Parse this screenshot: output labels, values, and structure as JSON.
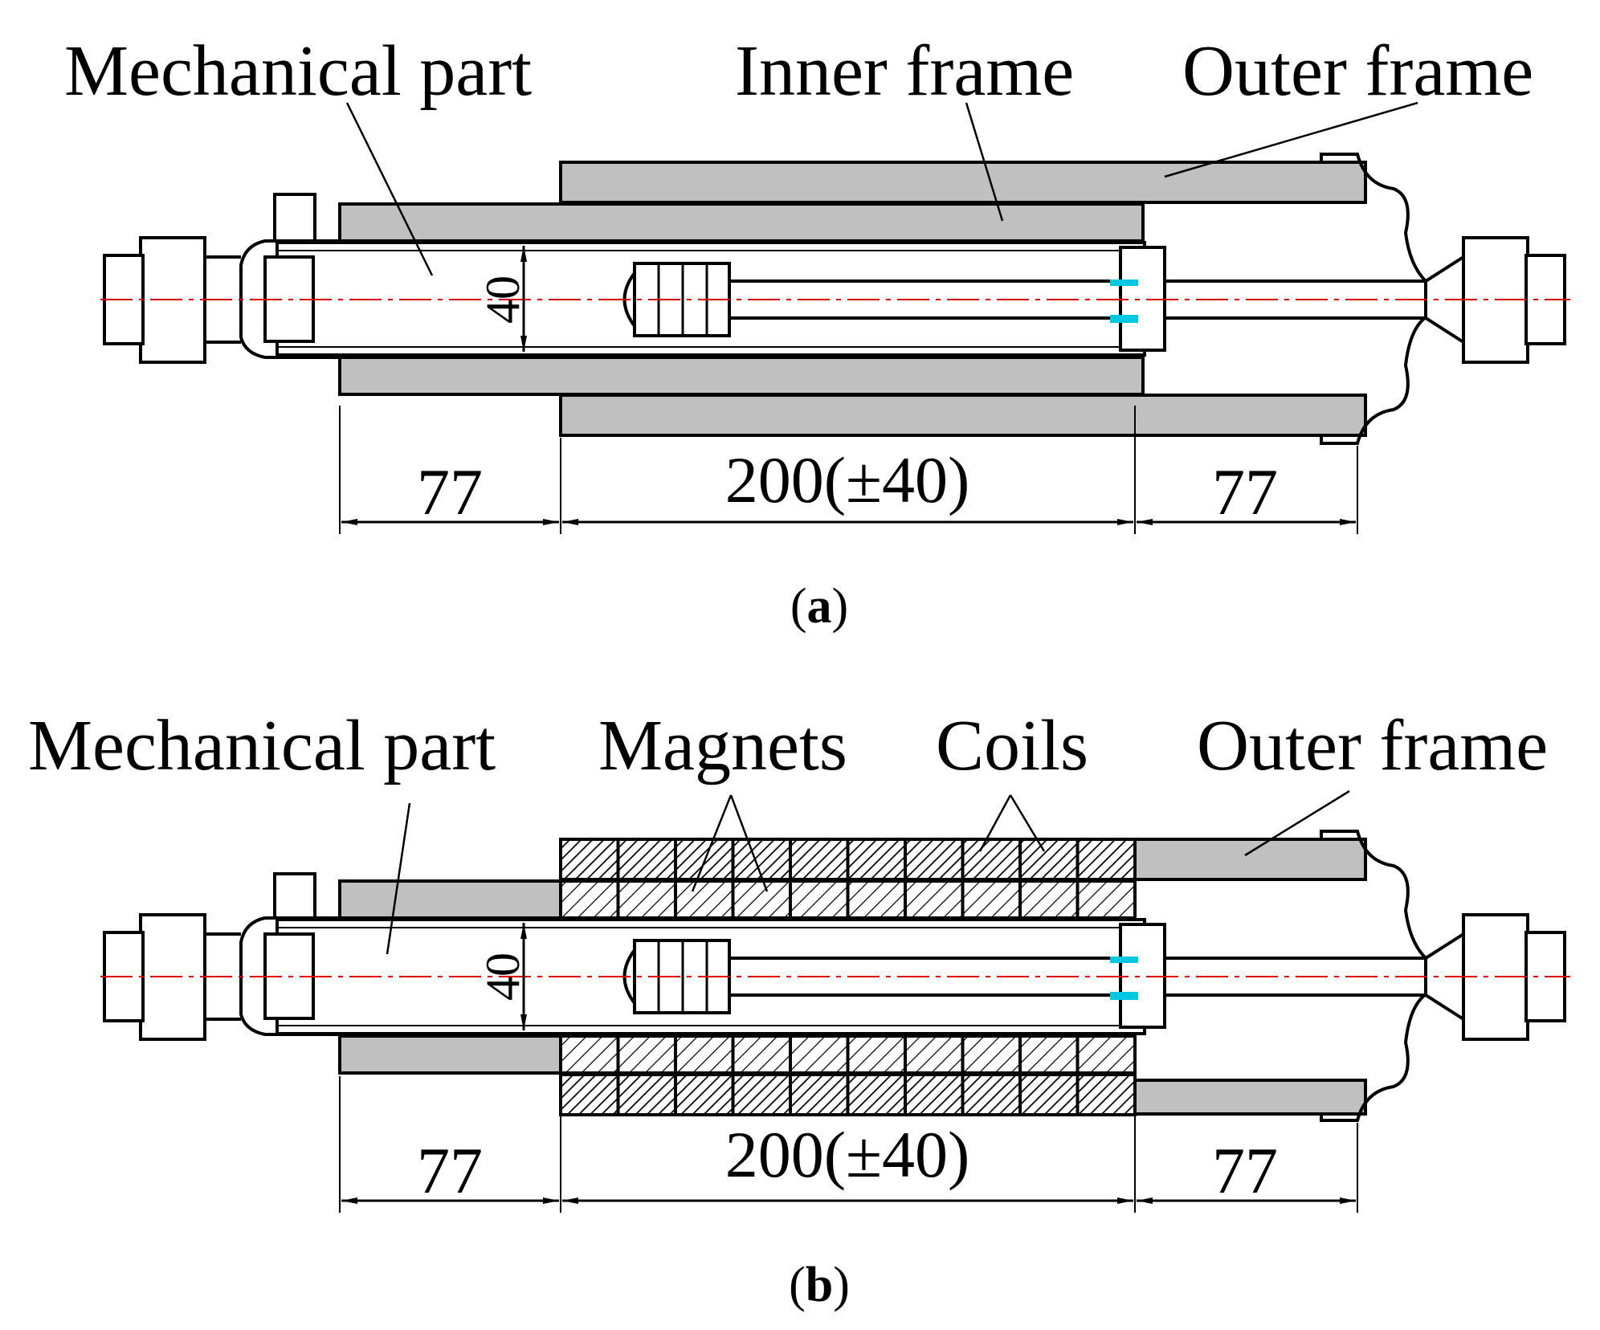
{
  "panel_a": {
    "labels": {
      "mechanical_part": "Mechanical part",
      "inner_frame": "Inner frame",
      "outer_frame": "Outer frame"
    },
    "dims": {
      "diameter": "40",
      "left": "77",
      "middle": "200(±40)",
      "right": "77"
    },
    "sub_open": "(",
    "sub_letter": "a",
    "sub_close": ")"
  },
  "panel_b": {
    "labels": {
      "mechanical_part": "Mechanical part",
      "magnets": "Magnets",
      "coils": "Coils",
      "outer_frame": "Outer frame"
    },
    "dims": {
      "diameter": "40",
      "left": "77",
      "middle": "200(±40)",
      "right": "77"
    },
    "sub_open": "(",
    "sub_letter": "b",
    "sub_close": ")"
  },
  "colors": {
    "frame_fill": "#c0c0c0",
    "centerline": "#e00000",
    "seal": "#00c8e0",
    "line": "#000000"
  }
}
